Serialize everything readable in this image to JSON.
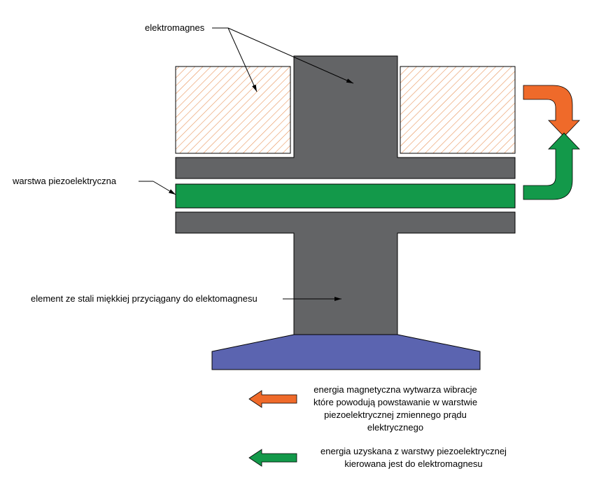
{
  "labels": {
    "electromagnet": "elektromagnes",
    "piezo_layer": "warstwa piezoelektryczna",
    "steel_element": "element ze stali miękkiej przyciągany do elektomagnesu"
  },
  "legend": {
    "orange_lines": [
      "energia magnetyczna wytwarza wibracje",
      "które powodują powstawanie w warstwie",
      "piezoelektrycznej zmiennego prądu",
      "elektrycznego"
    ],
    "green_lines": [
      "energia uzyskana z warstwy piezoelektrycznej",
      "kierowana jest do elektromagnesu"
    ]
  },
  "colors": {
    "steel": "#636466",
    "piezo": "#13994a",
    "base": "#5b64b0",
    "coil_hatch": "#e8935a",
    "arrow_orange": "#ef6a2a",
    "arrow_green": "#13994a"
  }
}
